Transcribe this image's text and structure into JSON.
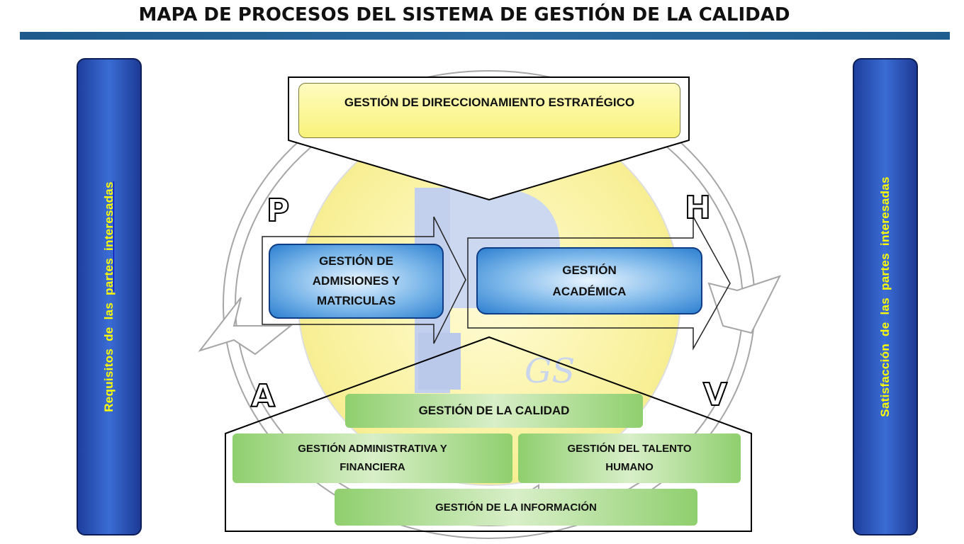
{
  "title": "MAPA DE PROCESOS DEL SISTEMA DE GESTIÓN DE LA CALIDAD",
  "side_left": {
    "text_a": "Requisitos  de  las  ",
    "text_b": "partes  interesadas"
  },
  "side_right": {
    "text": "Satisfacción  de  las  partes  interesadas"
  },
  "strategic": {
    "label": "GESTIÓN DE DIRECCIONAMIENTO ESTRATÉGICO"
  },
  "missional": {
    "admisiones": [
      "GESTIÓN DE",
      "ADMISIONES Y",
      "MATRICULAS"
    ],
    "academica": [
      "GESTIÓN",
      "ACADÉMICA"
    ]
  },
  "support": {
    "calidad": "GESTIÓN DE LA CALIDAD",
    "administrativa": [
      "GESTIÓN ADMINISTRATIVA Y",
      "FINANCIERA"
    ],
    "talento": [
      "GESTIÓN DEL TALENTO",
      "HUMANO"
    ],
    "informacion": "GESTIÓN DE LA INFORMACIÓN"
  },
  "phva": {
    "p": "P",
    "h": "H",
    "v": "V",
    "a": "A"
  },
  "colors": {
    "side_bar": "#2f5bc8",
    "side_text": "#ffff00",
    "title_bar": "#1e5a8c",
    "yellow_box": "#f8f27a",
    "blue_box": "#4a97dd",
    "green_box": "#a8d98c"
  }
}
